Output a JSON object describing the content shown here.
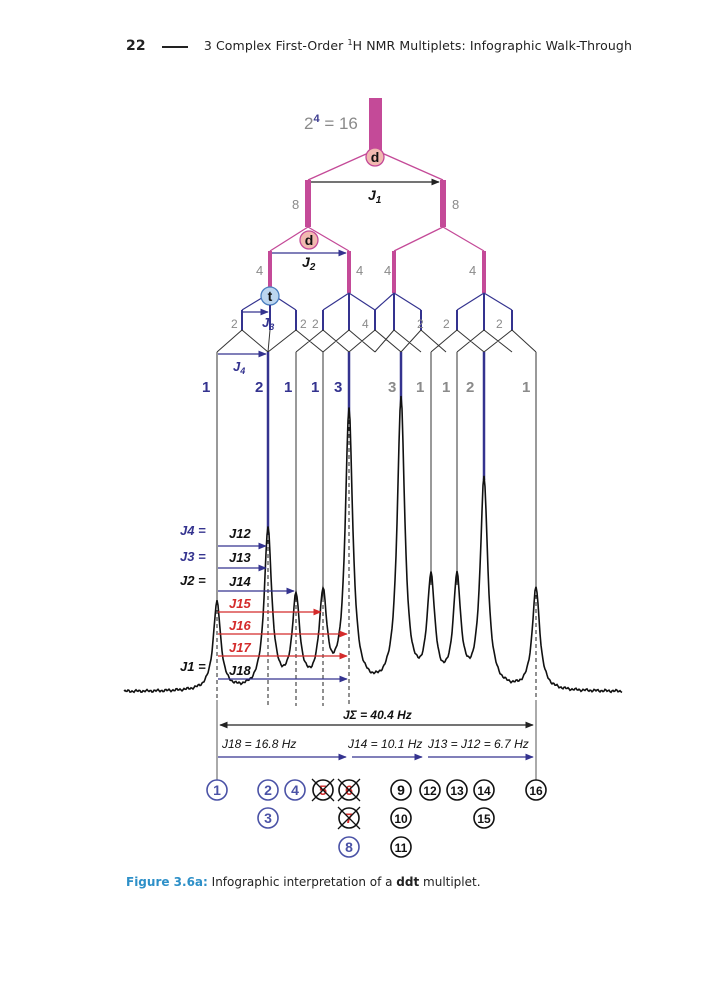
{
  "header": {
    "page_number": "22",
    "chapter_title_pre": "3  Complex First-Order ",
    "chapter_sup": "1",
    "chapter_title_post": "H NMR Multiplets: Infographic Walk-Through"
  },
  "figure": {
    "top_formula_base": "2",
    "top_formula_exp": "4",
    "top_formula_rest": " = 16",
    "badge_d1": "d",
    "badge_d2": "d",
    "badge_t": "t",
    "j1": "J1",
    "j2": "J2",
    "j3": "J3",
    "j4": "J4",
    "level1_counts": [
      "8",
      "8"
    ],
    "level2_counts": [
      "4",
      "4",
      "4",
      "4"
    ],
    "level3_counts": [
      "2",
      "2",
      "2",
      "4",
      "2",
      "2",
      "2"
    ],
    "peak_intensities": [
      "1",
      "2",
      "1",
      "1",
      "3",
      "3",
      "1",
      "1",
      "2",
      "1"
    ],
    "j_equal_labels": [
      {
        "left": "J4 =",
        "right": "J12"
      },
      {
        "left": "J3 =",
        "right": "J13"
      },
      {
        "left": "J2 =",
        "right": "J14"
      },
      {
        "left": "",
        "right": "J15"
      },
      {
        "left": "",
        "right": "J16"
      },
      {
        "left": "",
        "right": "J17"
      },
      {
        "left": "J1 =",
        "right": "J18"
      }
    ],
    "jsum_label": "JΣ = 40.4 Hz",
    "j18_label": "J18 = 16.8 Hz",
    "j14_label": "J14 = 10.1 Hz",
    "j13_label": "J13 = J12 = 6.7 Hz",
    "line_numbers_row1": [
      "1",
      "2",
      "4",
      "5",
      "6",
      "9",
      "12",
      "13",
      "14",
      "16"
    ],
    "line_numbers_row2": [
      "3",
      "7",
      "10",
      "15"
    ],
    "line_numbers_row3": [
      "8",
      "11"
    ],
    "colors": {
      "magenta": "#c44a98",
      "navy": "#34338f",
      "red": "#d42b2b",
      "blue_circle": "#4a52a6",
      "caption_blue": "#2e90c8"
    }
  },
  "caption": {
    "label": "Figure 3.6a:",
    "text_pre": " Infographic interpretation of a ",
    "bold": "ddt",
    "text_post": " multiplet."
  }
}
